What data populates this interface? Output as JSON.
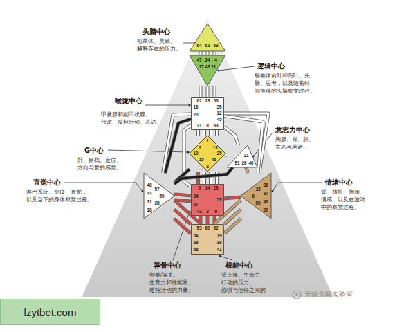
{
  "diagram": {
    "nodes": [
      {
        "text": [
          "64",
          "61",
          "63"
        ]
      },
      {
        "text": [
          "47",
          "24",
          "4",
          "17",
          "43",
          "11"
        ]
      },
      {
        "text": [
          "62",
          "23",
          "56",
          "16",
          "35",
          "20",
          "12",
          "45",
          "31",
          "8",
          "33"
        ]
      },
      {
        "text": [
          "1",
          "7",
          "13",
          "10",
          "25",
          "15",
          "46",
          "2"
        ]
      },
      {
        "text": [
          "21",
          "51",
          "26",
          "40"
        ]
      },
      {
        "text": [
          "48",
          "57",
          "44",
          "50",
          "32",
          "28",
          "18"
        ]
      },
      {
        "text": [
          "36",
          "22",
          "37",
          "6",
          "49",
          "55",
          "30"
        ]
      },
      {
        "text": [
          "5",
          "14",
          "29",
          "34",
          "59",
          "27",
          "42",
          "3",
          "9"
        ]
      },
      {
        "text": [
          "53",
          "60",
          "52",
          "54",
          "19",
          "38",
          "39",
          "58",
          "41"
        ]
      },
      {
        "text": [
          "lzytbet.com"
        ]
      }
    ],
    "edges": [
      {
        "from": 0,
        "to": 1,
        "arrow": "none"
      },
      {
        "from": 0,
        "to": 1,
        "arrow": "none"
      },
      {
        "from": 0,
        "to": 1,
        "arrow": "none"
      },
      {
        "from": 1,
        "to": 2,
        "arrow": "none"
      },
      {
        "from": 1,
        "to": 2,
        "arrow": "none"
      },
      {
        "from": 1,
        "to": 2,
        "arrow": "none"
      },
      {
        "from": 2,
        "to": 3,
        "arrow": "none"
      },
      {
        "from": 2,
        "to": 3,
        "arrow": "none"
      },
      {
        "from": 2,
        "to": 3,
        "arrow": "none"
      },
      {
        "from": 2,
        "to": 3,
        "arrow": "none"
      },
      {
        "from": 2,
        "to": 5,
        "arrow": "none"
      },
      {
        "from": 2,
        "to": 5,
        "arrow": "none"
      },
      {
        "from": 2,
        "to": 7,
        "arrow": "none"
      },
      {
        "from": 2,
        "to": 4,
        "arrow": "none"
      },
      {
        "from": 2,
        "to": 6,
        "arrow": "none"
      },
      {
        "from": 2,
        "to": 6,
        "arrow": "none"
      },
      {
        "from": 3,
        "to": 4,
        "arrow": "none"
      },
      {
        "from": 3,
        "to": 5,
        "arrow": "none"
      },
      {
        "from": 3,
        "to": 7,
        "arrow": "none"
      },
      {
        "from": 3,
        "to": 7,
        "arrow": "none"
      },
      {
        "from": 3,
        "to": 7,
        "arrow": "none"
      },
      {
        "from": 3,
        "to": 7,
        "arrow": "none"
      },
      {
        "from": 4,
        "to": 5,
        "arrow": "none"
      },
      {
        "from": 4,
        "to": 6,
        "arrow": "none"
      },
      {
        "from": 7,
        "to": 5,
        "arrow": "none"
      },
      {
        "from": 7,
        "to": 5,
        "arrow": "none"
      },
      {
        "from": 7,
        "to": 6,
        "arrow": "none"
      },
      {
        "from": 7,
        "to": 8,
        "arrow": "none"
      },
      {
        "from": 7,
        "to": 8,
        "arrow": "none"
      },
      {
        "from": 7,
        "to": 8,
        "arrow": "none"
      },
      {
        "from": 5,
        "to": 8,
        "arrow": "none"
      },
      {
        "from": 5,
        "to": 8,
        "arrow": "none"
      },
      {
        "from": 5,
        "to": 8,
        "arrow": "none"
      },
      {
        "from": 6,
        "to": 8,
        "arrow": "none"
      },
      {
        "from": 6,
        "to": 8,
        "arrow": "none"
      },
      {
        "from": 6,
        "to": 8,
        "arrow": "none"
      }
    ],
    "labels": [
      "头脑中心",
      "松果体、灵感、 解释存在的压力。",
      "逻辑中心",
      "脑垂体前叶和后叶、头 脑、思考，以及随着时 间推移的头脑察觉过程。",
      "喉咙中心",
      "甲状腺和副甲状腺、 代谢、发起行动、表达。",
      "意志力中心",
      "胸腺、胃、胆、 意志与承诺。",
      "G中心",
      "肝、自我、定位、 方向与爱的感觉。",
      "直觉中心",
      "淋巴系统、免疫、直觉， 以及当下的身体察觉过程。",
      "情绪中心",
      "肾、胰脏、胸腺、 情感，以及在波动 中的察觉过程。",
      "荐骨中心",
      "卵巢/睾丸、 生育力和性能量、 维持活动的力量。",
      "根能中心",
      "肾上腺、生命力、 行动的压力、 恐惧与信任之间的",
      "天赋觉醒实验室"
    ]
  }
}
